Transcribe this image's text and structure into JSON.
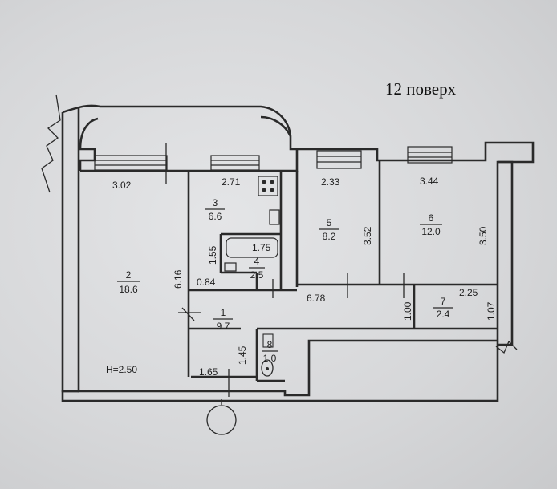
{
  "floor_title": "12 поверх",
  "ceiling_height": "H=2.50",
  "rooms": [
    {
      "number": "2",
      "area": "18.6"
    },
    {
      "number": "3",
      "area": "6.6"
    },
    {
      "number": "4",
      "area": "2.5"
    },
    {
      "number": "5",
      "area": "8.2"
    },
    {
      "number": "6",
      "area": "12.0"
    },
    {
      "number": "1",
      "area": "9.7"
    },
    {
      "number": "7",
      "area": "2.4"
    },
    {
      "number": "8",
      "area": "1.0"
    }
  ],
  "dimensions": {
    "room2_width": "3.02",
    "room3_width": "2.71",
    "room5_width": "2.33",
    "room6_width": "3.44",
    "room2_length": "6.16",
    "room5_length": "3.52",
    "room6_length": "3.50",
    "bath_width": "1.75",
    "bath_length": "1.55",
    "bath_small": "0.84",
    "corridor_length": "6.78",
    "room7_width": "2.25",
    "room7_length": "1.07",
    "room7_side": "1.00",
    "toilet_length": "1.45",
    "hall_width": "1.65"
  }
}
